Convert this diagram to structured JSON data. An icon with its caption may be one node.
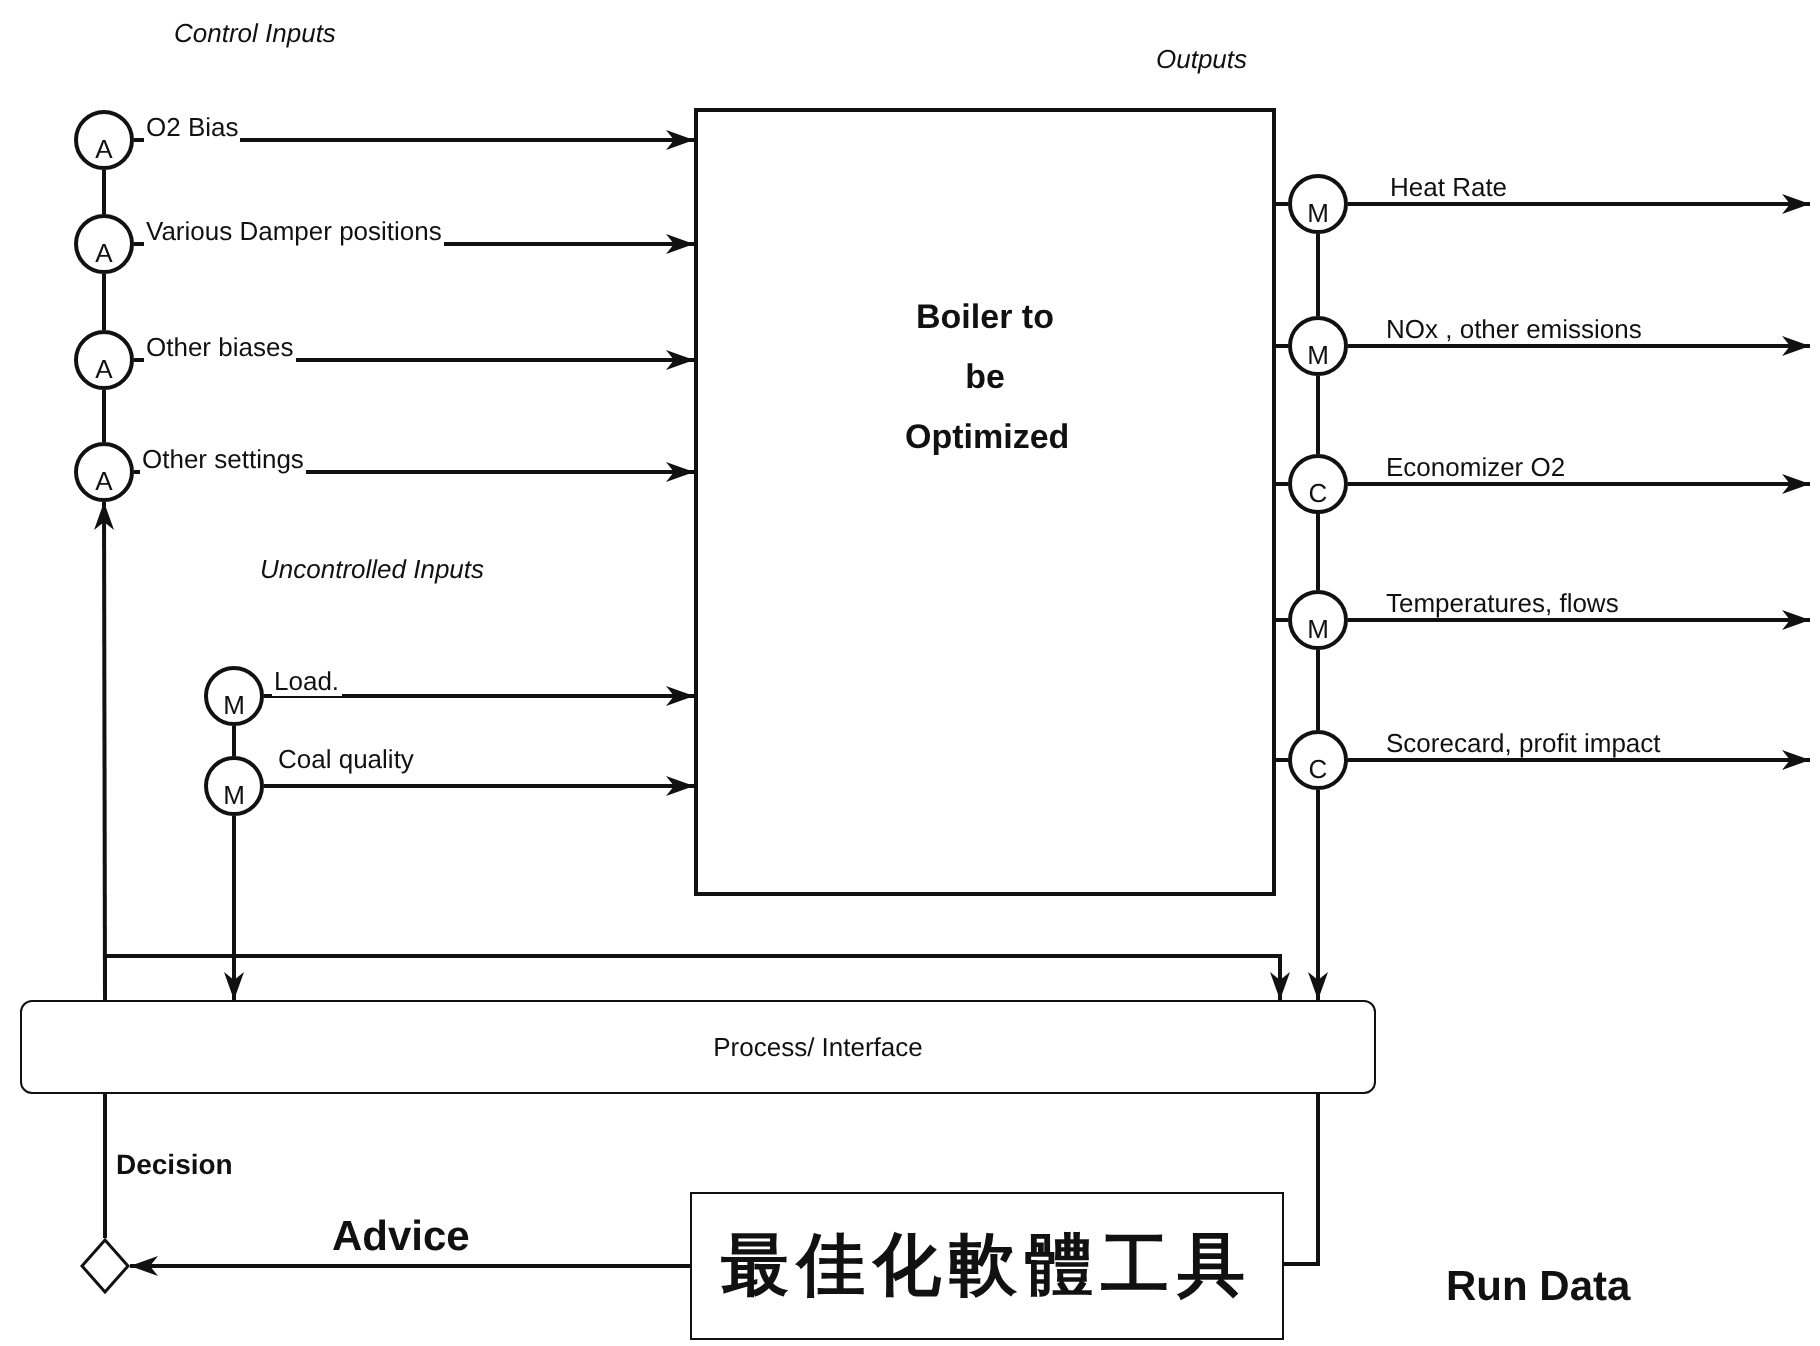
{
  "diagram": {
    "nodes": [
      {
        "text": [
          "Boiler to be Optimized"
        ]
      },
      {
        "text": [
          "A"
        ]
      },
      {
        "text": [
          "A"
        ]
      },
      {
        "text": [
          "A"
        ]
      },
      {
        "text": [
          "A"
        ]
      },
      {
        "text": [
          "M"
        ]
      },
      {
        "text": [
          "M"
        ]
      },
      {
        "text": [
          "M"
        ]
      },
      {
        "text": [
          "M"
        ]
      },
      {
        "text": [
          "C"
        ]
      },
      {
        "text": [
          "M"
        ]
      },
      {
        "text": [
          "C"
        ]
      },
      {
        "text": [
          "Process/ Interface"
        ]
      },
      {
        "text": [],
        "shape": "diamond",
        "beside": [
          "Decision"
        ]
      },
      {
        "text": [
          "最佳化軟體工具"
        ]
      }
    ],
    "edges": [
      {
        "from": 1,
        "to": 0,
        "arrow": "to",
        "label": "O2 Bias"
      },
      {
        "from": 2,
        "to": 0,
        "arrow": "to",
        "label": "Various Damper positions"
      },
      {
        "from": 3,
        "to": 0,
        "arrow": "to",
        "label": "Other biases"
      },
      {
        "from": 4,
        "to": 0,
        "arrow": "to",
        "label": "Other settings"
      },
      {
        "from": 5,
        "to": 0,
        "arrow": "to",
        "label": "Load."
      },
      {
        "from": 6,
        "to": 0,
        "arrow": "to",
        "label": "Coal quality"
      },
      {
        "from": 0,
        "to": 7,
        "arrow": "none"
      },
      {
        "from": 0,
        "to": 8,
        "arrow": "none"
      },
      {
        "from": 0,
        "to": 9,
        "arrow": "none"
      },
      {
        "from": 0,
        "to": 10,
        "arrow": "none"
      },
      {
        "from": 0,
        "to": 11,
        "arrow": "none"
      },
      {
        "from": 7,
        "to": null,
        "arrow": "to",
        "label": "Heat Rate"
      },
      {
        "from": 8,
        "to": null,
        "arrow": "to",
        "label": "NOx , other emissions"
      },
      {
        "from": 9,
        "to": null,
        "arrow": "to",
        "label": "Economizer O2"
      },
      {
        "from": 10,
        "to": null,
        "arrow": "to",
        "label": "Temperatures, flows"
      },
      {
        "from": 11,
        "to": null,
        "arrow": "to",
        "label": "Scorecard, profit impact"
      },
      {
        "from": 1,
        "to": 2,
        "arrow": "none"
      },
      {
        "from": 2,
        "to": 3,
        "arrow": "none"
      },
      {
        "from": 3,
        "to": 4,
        "arrow": "none"
      },
      {
        "from": 5,
        "to": 6,
        "arrow": "none"
      },
      {
        "from": 7,
        "to": 8,
        "arrow": "none"
      },
      {
        "from": 8,
        "to": 9,
        "arrow": "none"
      },
      {
        "from": 9,
        "to": 10,
        "arrow": "none"
      },
      {
        "from": 10,
        "to": 11,
        "arrow": "none"
      },
      {
        "from": 13,
        "to": 12,
        "arrow": "none"
      },
      {
        "from": 12,
        "to": 4,
        "arrow": "to"
      },
      {
        "from": 12,
        "to": 12,
        "arrow": "to"
      },
      {
        "from": 6,
        "to": 12,
        "arrow": "to"
      },
      {
        "from": 11,
        "to": 12,
        "arrow": "to"
      },
      {
        "from": 12,
        "to": 14,
        "arrow": "none",
        "label": "Run Data"
      },
      {
        "from": 14,
        "to": 13,
        "arrow": "to",
        "label": "Advice"
      }
    ],
    "labels": [
      "Control Inputs",
      "Outputs",
      "Uncontrolled Inputs"
    ]
  }
}
